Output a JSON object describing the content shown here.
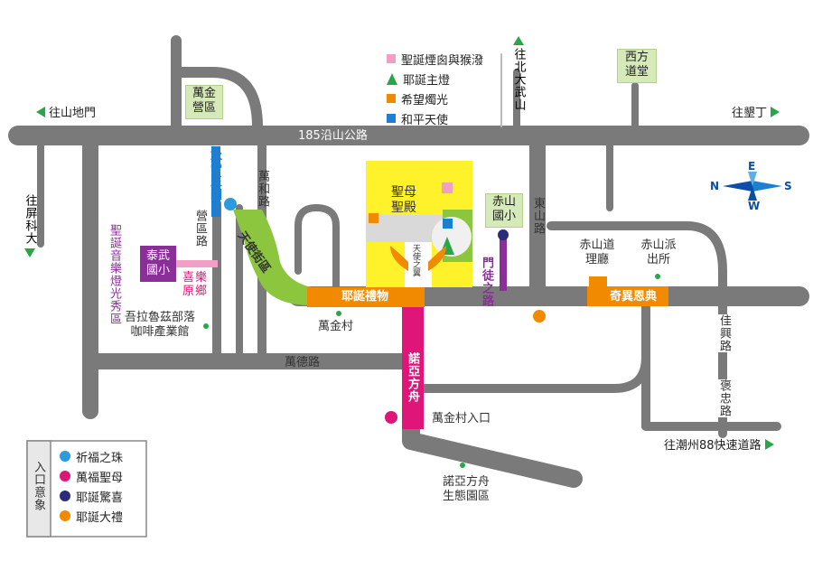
{
  "title_road": "185沿山公路",
  "roads": {
    "wanhe": "萬和路",
    "yingqu": "營區路",
    "wande": "萬德路",
    "dongshan": "東山路",
    "jiaxing": "佳興路",
    "baozhong": "褒忠路",
    "expressway": "往潮州88快速道路"
  },
  "directions": {
    "shandimen": "往山地門",
    "kending": "往墾丁",
    "pingtung": "往屏科大",
    "dawushan": "往北大武山"
  },
  "places": {
    "wanjin_camp": "萬金營區",
    "western_church": "西方道堂",
    "chishan_school": "赤山國小",
    "taiwu_school": "泰武國小",
    "basilica": "聖母聖殿",
    "chishan_temple": "赤山道理廳",
    "chishan_police": "赤山派出所",
    "wanjin_village": "萬金村",
    "wanjin_entrance": "萬金村入口",
    "coffee_hall": "吾拉魯茲部落咖啡產業館",
    "noah_park": "諾亞方舟生態園區",
    "angel_wings": "天使之翼"
  },
  "zones": {
    "ice_jade": "冰雪玉國",
    "angel_street": "天使街區",
    "christmas_gift": "耶誕禮物",
    "noah_ark": "諾亞方舟",
    "disciple_road": "門徒之路",
    "wonder_grace": "奇異恩典",
    "xile_town": "喜樂原鄉",
    "lantern_show": "聖誕音樂燈光秀區"
  },
  "top_legend": [
    {
      "label": "聖誕煙囪與猴潑",
      "color": "#f29fc5",
      "shape": "square"
    },
    {
      "label": "耶誕主燈",
      "color": "#2aa64a",
      "shape": "tree"
    },
    {
      "label": "希望燭光",
      "color": "#f28a00",
      "shape": "square"
    },
    {
      "label": "和平天使",
      "color": "#1e7fd0",
      "shape": "square"
    }
  ],
  "entry_legend": {
    "title": "入口意象",
    "items": [
      {
        "label": "祈福之珠",
        "color": "#2b9be0"
      },
      {
        "label": "萬福聖母",
        "color": "#e0157a"
      },
      {
        "label": "耶誕驚喜",
        "color": "#2b2d7a"
      },
      {
        "label": "耶誕大禮",
        "color": "#f28a00"
      }
    ]
  },
  "compass": {
    "n": "N",
    "e": "E",
    "s": "S",
    "w": "W"
  },
  "colors": {
    "road": "#7a7a7a",
    "green_zone": "#8cc63f",
    "pink_zone": "#e0157a",
    "purple_zone": "#8b2f98",
    "orange_zone": "#f28a00",
    "yellow_block": "#fff22a",
    "blue_zone": "#1e7fd0"
  }
}
